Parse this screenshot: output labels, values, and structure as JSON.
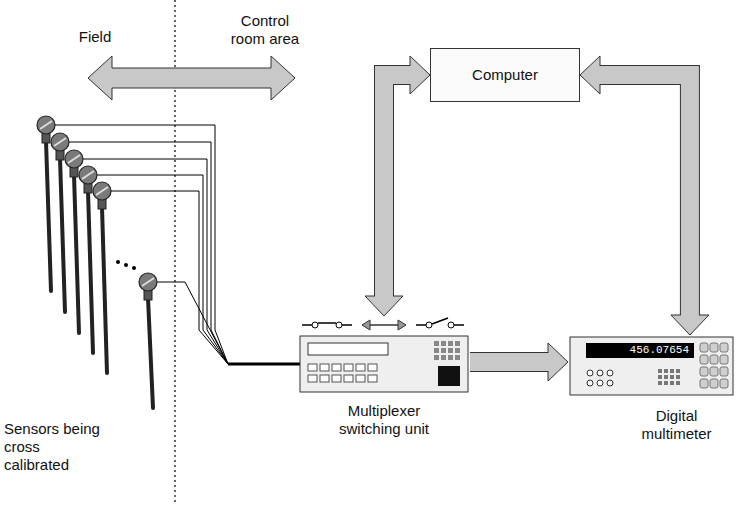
{
  "diagram": {
    "nodes": [
      {
        "text": [
          "Computer"
        ]
      },
      {
        "text": [
          "Multiplexer switching unit"
        ]
      },
      {
        "text": [
          "456.07654",
          "Digital multimeter"
        ]
      }
    ],
    "edges": [
      {
        "from": 0,
        "to": 1,
        "arrow": "both"
      },
      {
        "from": 0,
        "to": 2,
        "arrow": "both"
      },
      {
        "from": 1,
        "to": 2,
        "arrow": "to"
      }
    ],
    "labels": [
      "Field",
      "Control room area",
      "Sensors being cross calibrated"
    ]
  }
}
